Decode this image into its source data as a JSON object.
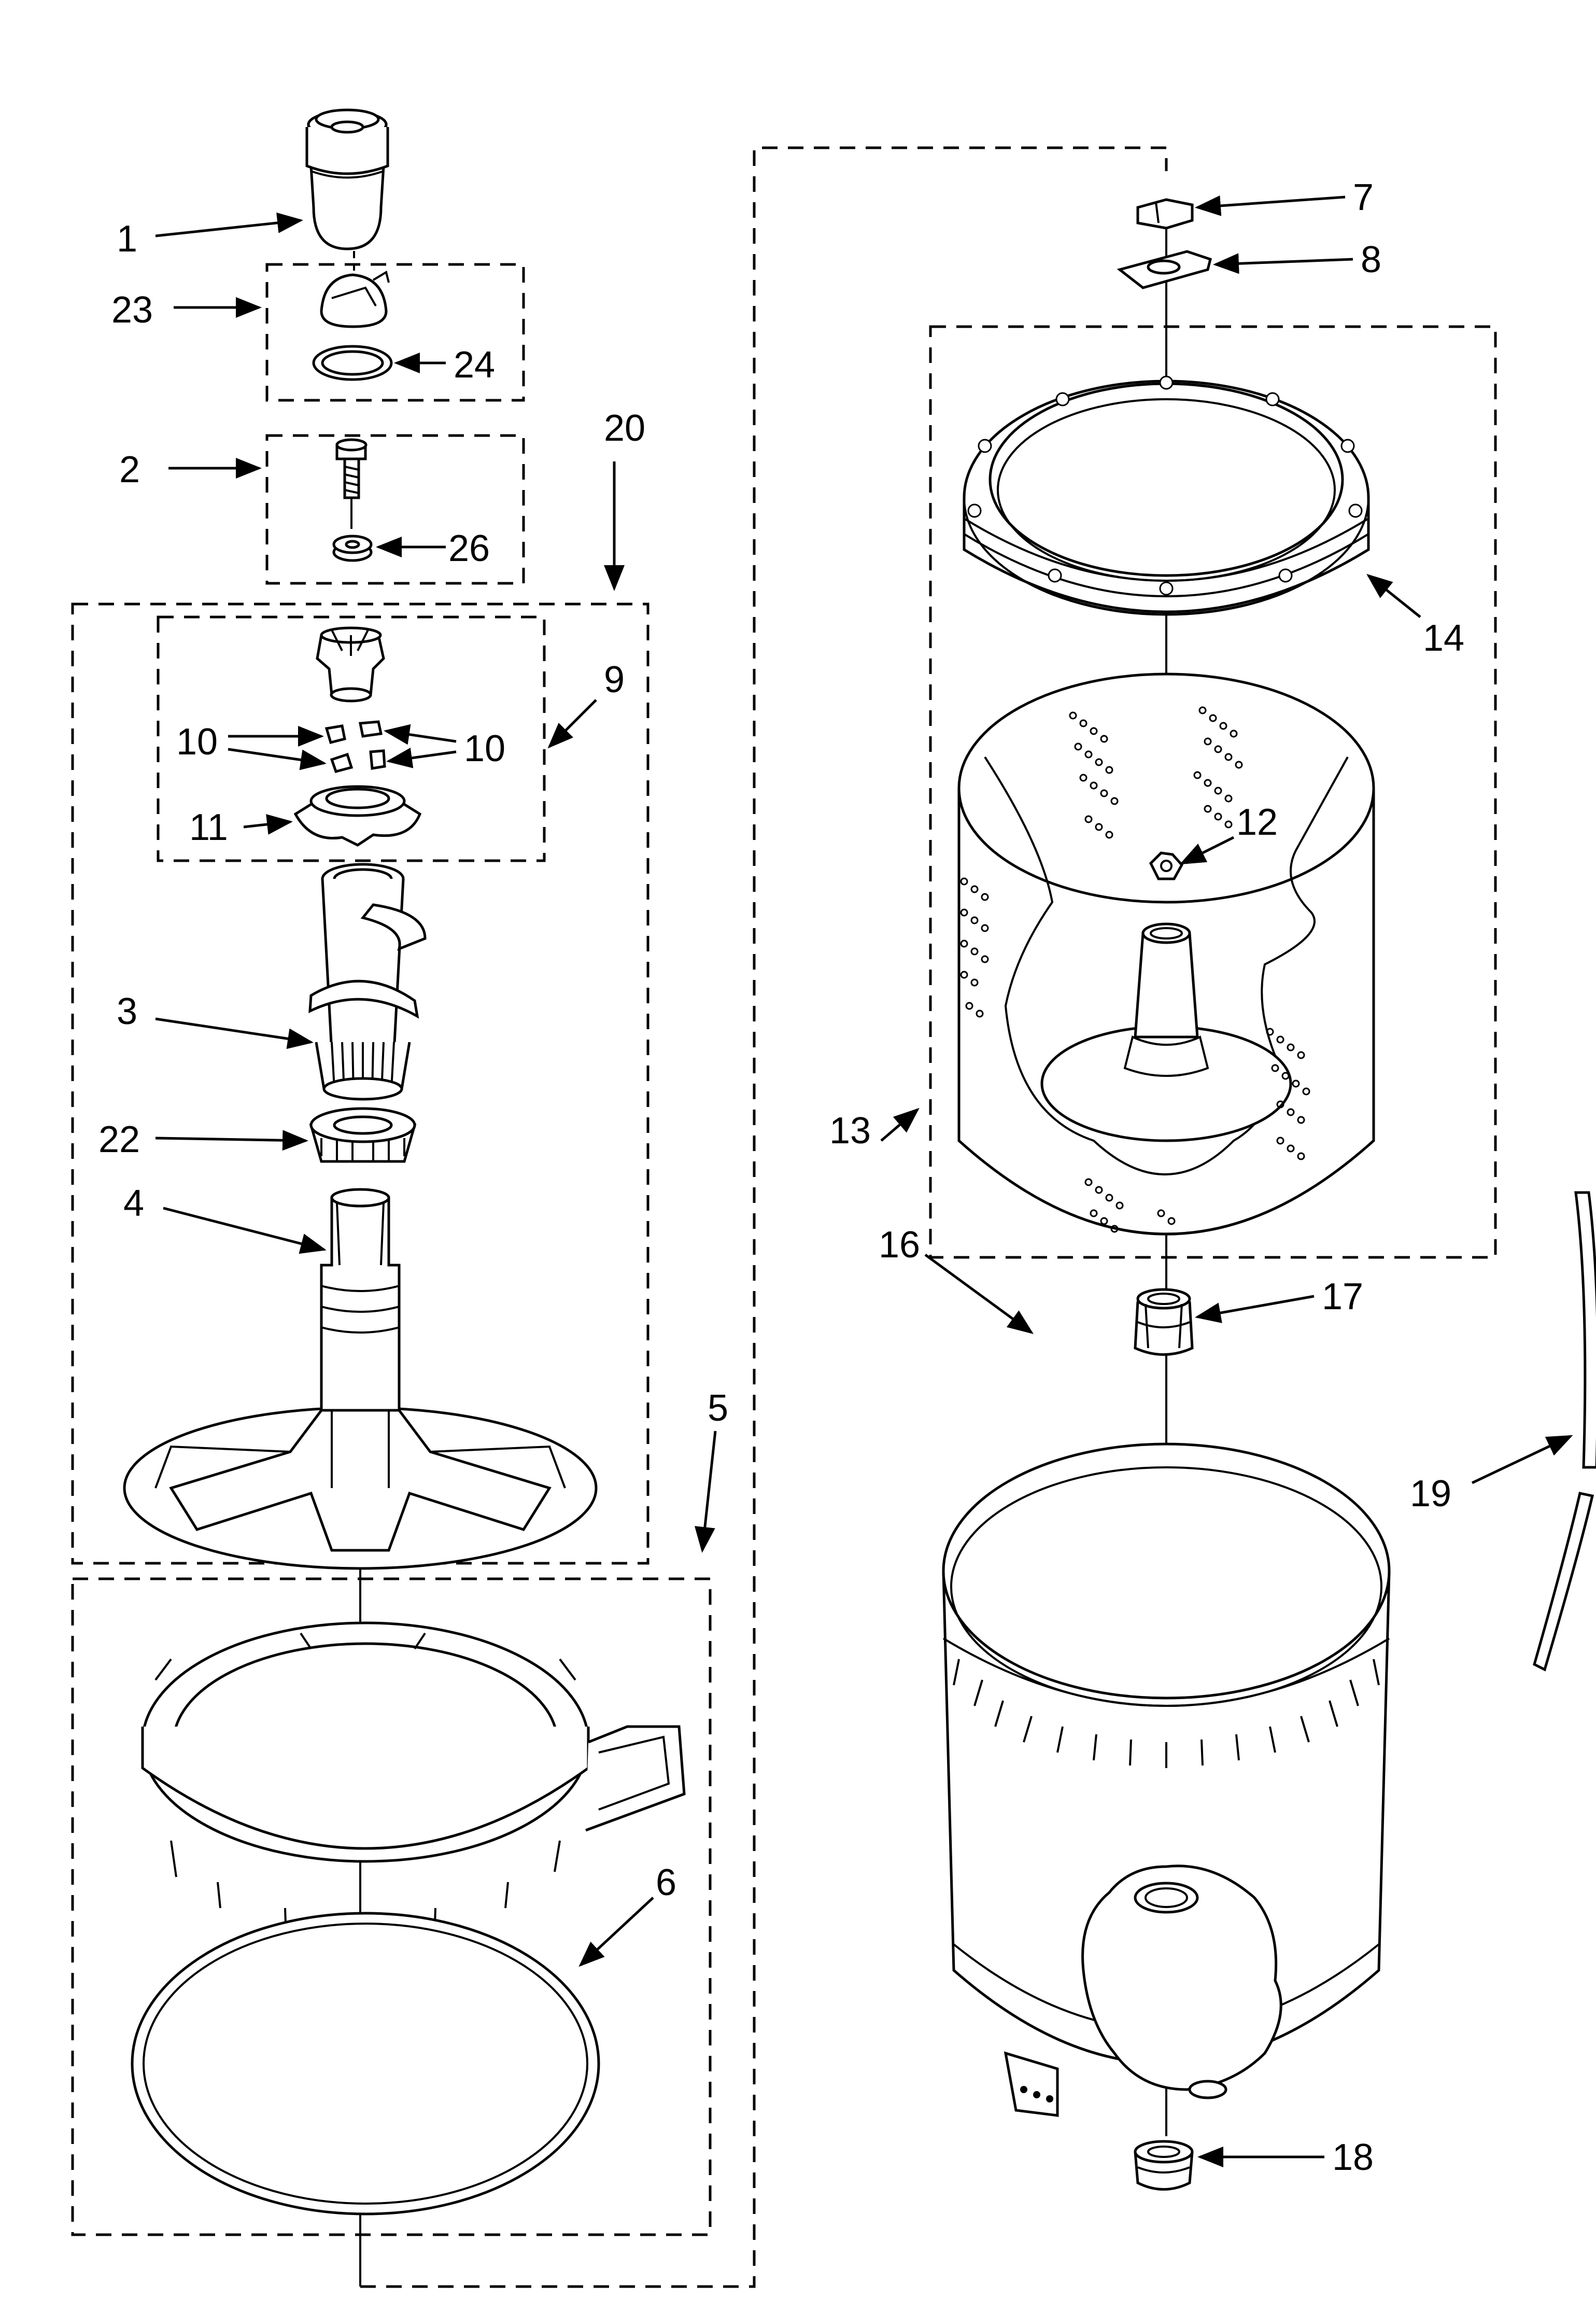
{
  "callouts": {
    "c1": "1",
    "c2": "2",
    "c3": "3",
    "c4": "4",
    "c5": "5",
    "c6": "6",
    "c7": "7",
    "c8": "8",
    "c9": "9",
    "c10a": "10",
    "c10b": "10",
    "c11": "11",
    "c12": "12",
    "c13": "13",
    "c14": "14",
    "c16": "16",
    "c17": "17",
    "c18": "18",
    "c19": "19",
    "c20": "20",
    "c22": "22",
    "c23": "23",
    "c24": "24",
    "c26": "26"
  }
}
